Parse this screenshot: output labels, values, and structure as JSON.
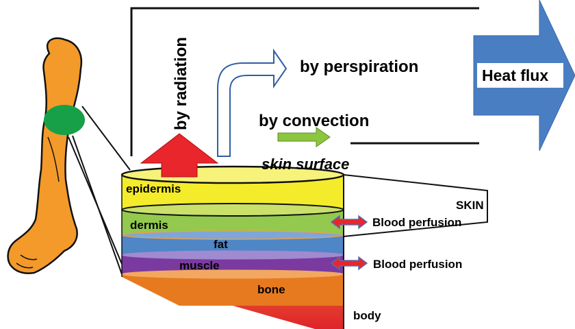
{
  "labels": {
    "radiation": "by radiation",
    "perspiration": "by perspiration",
    "convection": "by convection",
    "heat_flux": "Heat flux",
    "skin_surface": "skin surface",
    "skin": "SKIN",
    "body": "body",
    "blood_perfusion_upper": "Blood perfusion",
    "blood_perfusion_lower": "Blood perfusion"
  },
  "layers": [
    {
      "name": "epidermis",
      "color": "#f4ec2a"
    },
    {
      "name": "dermis",
      "color": "#92c94e"
    },
    {
      "name": "fat",
      "color": "#4f86c6"
    },
    {
      "name": "muscle",
      "color": "#7a3aa0"
    },
    {
      "name": "bone",
      "color": "#e77a1f"
    }
  ],
  "colors": {
    "leg": "#f39a2a",
    "spot": "#17a048",
    "radiation_arrow": "#e8262b",
    "convection_arrow": "#8cc63f",
    "heat_flux_arrow": "#4a7ec3",
    "perfusion_arrow": "#e8262b",
    "perfusion_arrow_outline": "#5b6bb0"
  }
}
